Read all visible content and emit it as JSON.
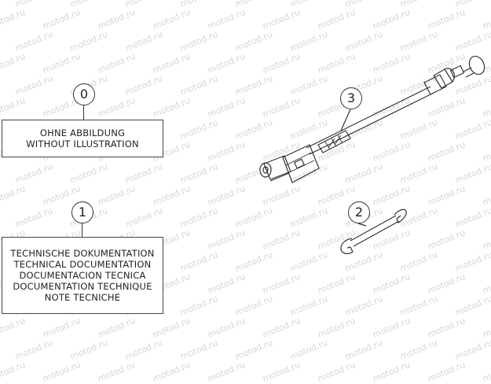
{
  "watermark_text": "motod.ru",
  "callouts": [
    {
      "number": "0",
      "lines": [
        "OHNE ABBILDUNG",
        "WITHOUT ILLUSTRATION"
      ]
    },
    {
      "number": "1",
      "lines": [
        "TECHNISCHE DOKUMENTATION",
        "TECHNICAL DOCUMENTATION",
        "DOCUMENTACION TECNICA",
        "DOCUMENTATION TECHNIQUE",
        "NOTE TECNICHE"
      ]
    },
    {
      "number": "2"
    },
    {
      "number": "3"
    }
  ]
}
